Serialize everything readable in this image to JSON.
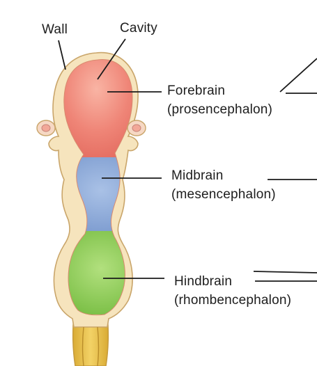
{
  "labels": {
    "wall": "Wall",
    "cavity": "Cavity",
    "forebrain": "Forebrain",
    "forebrain_sub": "(prosencephalon)",
    "midbrain": "Midbrain",
    "midbrain_sub": "(mesencephalon)",
    "hindbrain": "Hindbrain",
    "hindbrain_sub": "(rhombencephalon)"
  },
  "colors": {
    "forebrain": "#ee7d72",
    "midbrain": "#86a7d6",
    "hindbrain": "#88c94f",
    "spinal_cord": "#e8c14a",
    "wall": "#f7e7c0",
    "outline": "#c9a56a",
    "leader": "#1a1a1a"
  }
}
